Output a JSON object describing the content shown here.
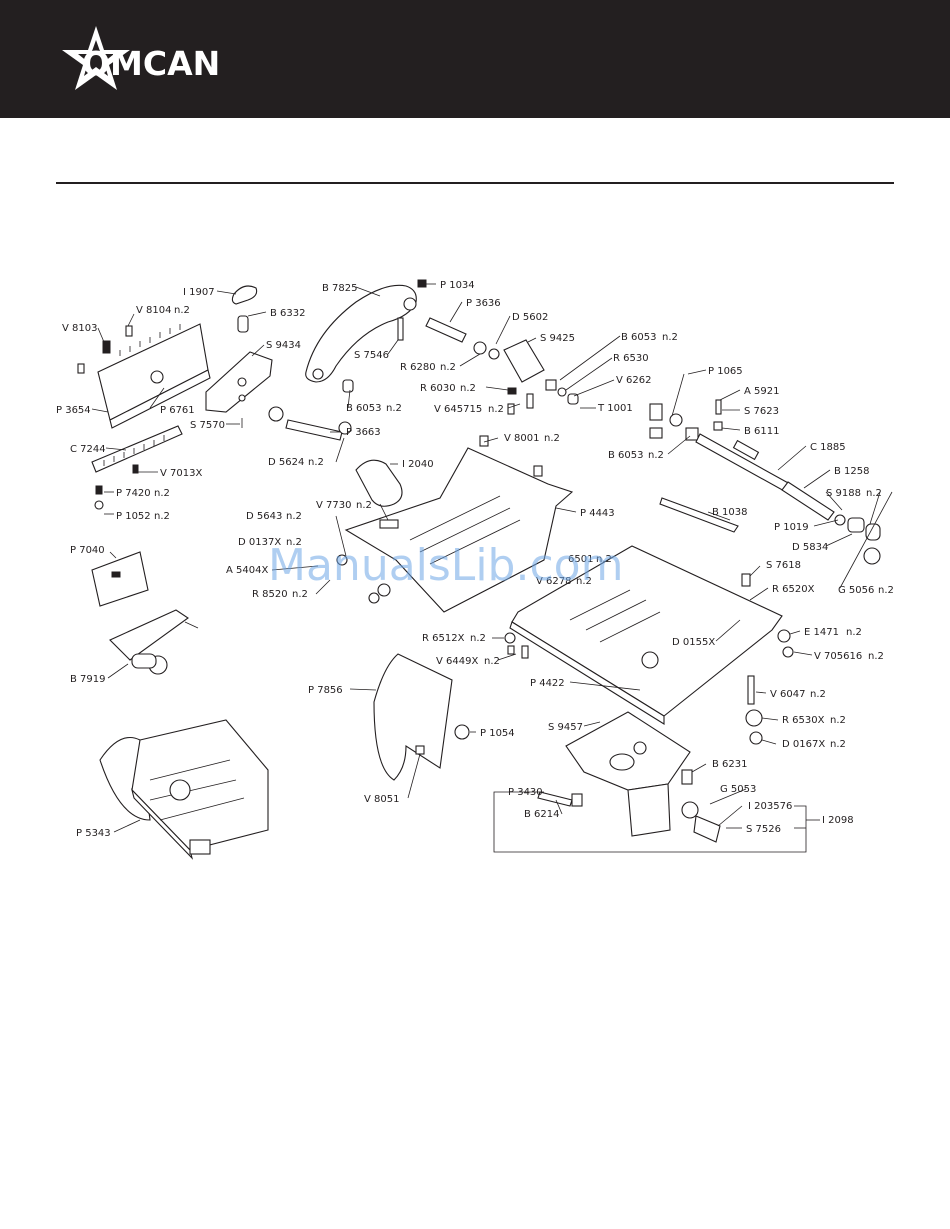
{
  "brand": {
    "name": "OMCAN",
    "logo_icon": "star-logo-icon",
    "header_color": "#231f20"
  },
  "watermark": "ManualsLib.com",
  "labels": {
    "I1907": "I 1907",
    "V8104": "V 8104",
    "V8104_qty": "n.2",
    "V8103": "V 8103",
    "B6332": "B 6332",
    "S9434": "S 9434",
    "P3654": "P 3654",
    "P6761": "P 6761",
    "S7570": "S 7570",
    "C7244": "C 7244",
    "V7013X": "V 7013X",
    "P7420": "P 7420",
    "P7420_qty": "n.2",
    "P1052": "P 1052",
    "P1052_qty": "n.2",
    "B7825": "B 7825",
    "P1034": "P 1034",
    "P3636": "P 3636",
    "D5602": "D 5602",
    "S9425": "S 9425",
    "S7546": "S 7546",
    "R6280": "R 6280",
    "R6280_qty": "n.2",
    "B6053a": "B 6053",
    "B6053a_qty": "n.2",
    "B6053b": "B 6053",
    "B6053b_qty": "n.2",
    "B6053c": "B 6053",
    "B6053c_qty": "n.2",
    "R6530": "R 6530",
    "V6262": "V 6262",
    "R6030": "R 6030",
    "R6030_qty": "n.2",
    "V645715": "V 645715",
    "V645715_qty": "n.2",
    "T1001": "T 1001",
    "P1065": "P 1065",
    "A5921": "A 5921",
    "S7623": "S 7623",
    "B6111": "B 6111",
    "P3663": "P 3663",
    "D5624": "D 5624",
    "D5624_qty": "n.2",
    "I2040": "I 2040",
    "V8001": "V 8001",
    "V8001_qty": "n.2",
    "C1885": "C 1885",
    "B1258": "B 1258",
    "S9188": "S 9188",
    "S9188_qty": "n.2",
    "V7730": "V 7730",
    "V7730_qty": "n.2",
    "D5643": "D 5643",
    "D5643_qty": "n.2",
    "P4443": "P 4443",
    "B1038": "B 1038",
    "P1019": "P 1019",
    "D5834": "D 5834",
    "D0137X": "D 0137X",
    "D0137X_qty": "n.2",
    "A5404X": "A 5404X",
    "R8520": "R 8520",
    "R8520_qty": "n.2",
    "P7040": "P 7040",
    "B6501": "6501",
    "B6501_qty": "n.2",
    "V6278": "V 6278",
    "V6278_qty": "n.2",
    "S7618": "S 7618",
    "G5056": "G 5056",
    "G5056_qty": "n.2",
    "R6520X": "R 6520X",
    "R6512X": "R 6512X",
    "R6512X_qty": "n.2",
    "E1471": "E 1471",
    "E1471_qty": "n.2",
    "D0155X": "D 0155X",
    "V705616": "V 705616",
    "V705616_qty": "n.2",
    "V6449X": "V 6449X",
    "V6449X_qty": "n.2",
    "B7919": "B 7919",
    "P7856": "P 7856",
    "P4422": "P 4422",
    "V6047": "V 6047",
    "V6047_qty": "n.2",
    "R6530X": "R 6530X",
    "R6530X_qty": "n.2",
    "D0167X": "D 0167X",
    "D0167X_qty": "n.2",
    "S9457": "S 9457",
    "P1054": "P 1054",
    "B6231": "B 6231",
    "V8051": "V 8051",
    "P3430": "P 3430",
    "G5053": "G 5053",
    "I203576": "I 203576",
    "I2098": "I 2098",
    "S7526": "S 7526",
    "B6214": "B 6214",
    "P5343": "P 5343"
  }
}
